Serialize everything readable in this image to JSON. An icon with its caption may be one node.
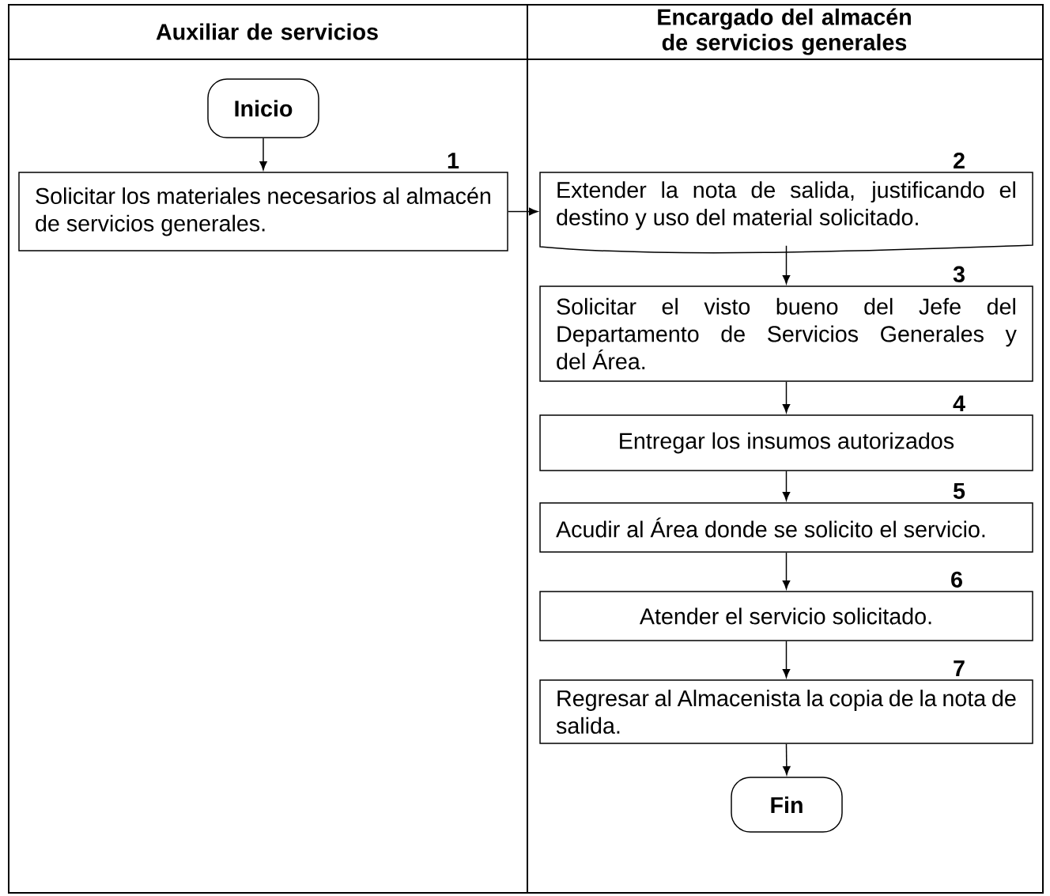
{
  "diagram": {
    "nodes": [
      {
        "text": [
          "Auxiliar de servicios"
        ]
      },
      {
        "text": [
          "Encargado del almacén de servicios generales"
        ]
      },
      {
        "text": [
          "Inicio"
        ],
        "in": 0
      },
      {
        "text": [
          "Solicitar los materiales necesarios al almacén de servicios generales."
        ],
        "in": 0,
        "beside": [
          "1"
        ]
      },
      {
        "text": [
          "Extender la nota de salida, justificando el destino y uso del material solicitado."
        ],
        "in": 1,
        "beside": [
          "2"
        ]
      },
      {
        "text": [
          "Solicitar el visto bueno del Jefe del Departamento de Servicios Generales y del Área."
        ],
        "in": 1,
        "beside": [
          "3"
        ]
      },
      {
        "text": [
          "Entregar los insumos autorizados"
        ],
        "in": 1,
        "beside": [
          "4"
        ]
      },
      {
        "text": [
          "Acudir al Área donde se solicito el servicio."
        ],
        "in": 1,
        "beside": [
          "5"
        ]
      },
      {
        "text": [
          "Atender el servicio solicitado."
        ],
        "in": 1,
        "beside": [
          "6"
        ]
      },
      {
        "text": [
          "Regresar al Almacenista la copia de la nota de salida."
        ],
        "in": 1,
        "beside": [
          "7"
        ]
      },
      {
        "text": [
          "Fin"
        ],
        "in": 1
      }
    ],
    "edges": [
      {
        "from": 2,
        "to": 3,
        "arrow": "to"
      },
      {
        "from": 3,
        "to": 4,
        "arrow": "to"
      },
      {
        "from": 4,
        "to": 5,
        "arrow": "to"
      },
      {
        "from": 5,
        "to": 6,
        "arrow": "to"
      },
      {
        "from": 6,
        "to": 7,
        "arrow": "to"
      },
      {
        "from": 7,
        "to": 8,
        "arrow": "to"
      },
      {
        "from": 8,
        "to": 9,
        "arrow": "to"
      },
      {
        "from": 9,
        "to": 10,
        "arrow": "to"
      }
    ]
  }
}
